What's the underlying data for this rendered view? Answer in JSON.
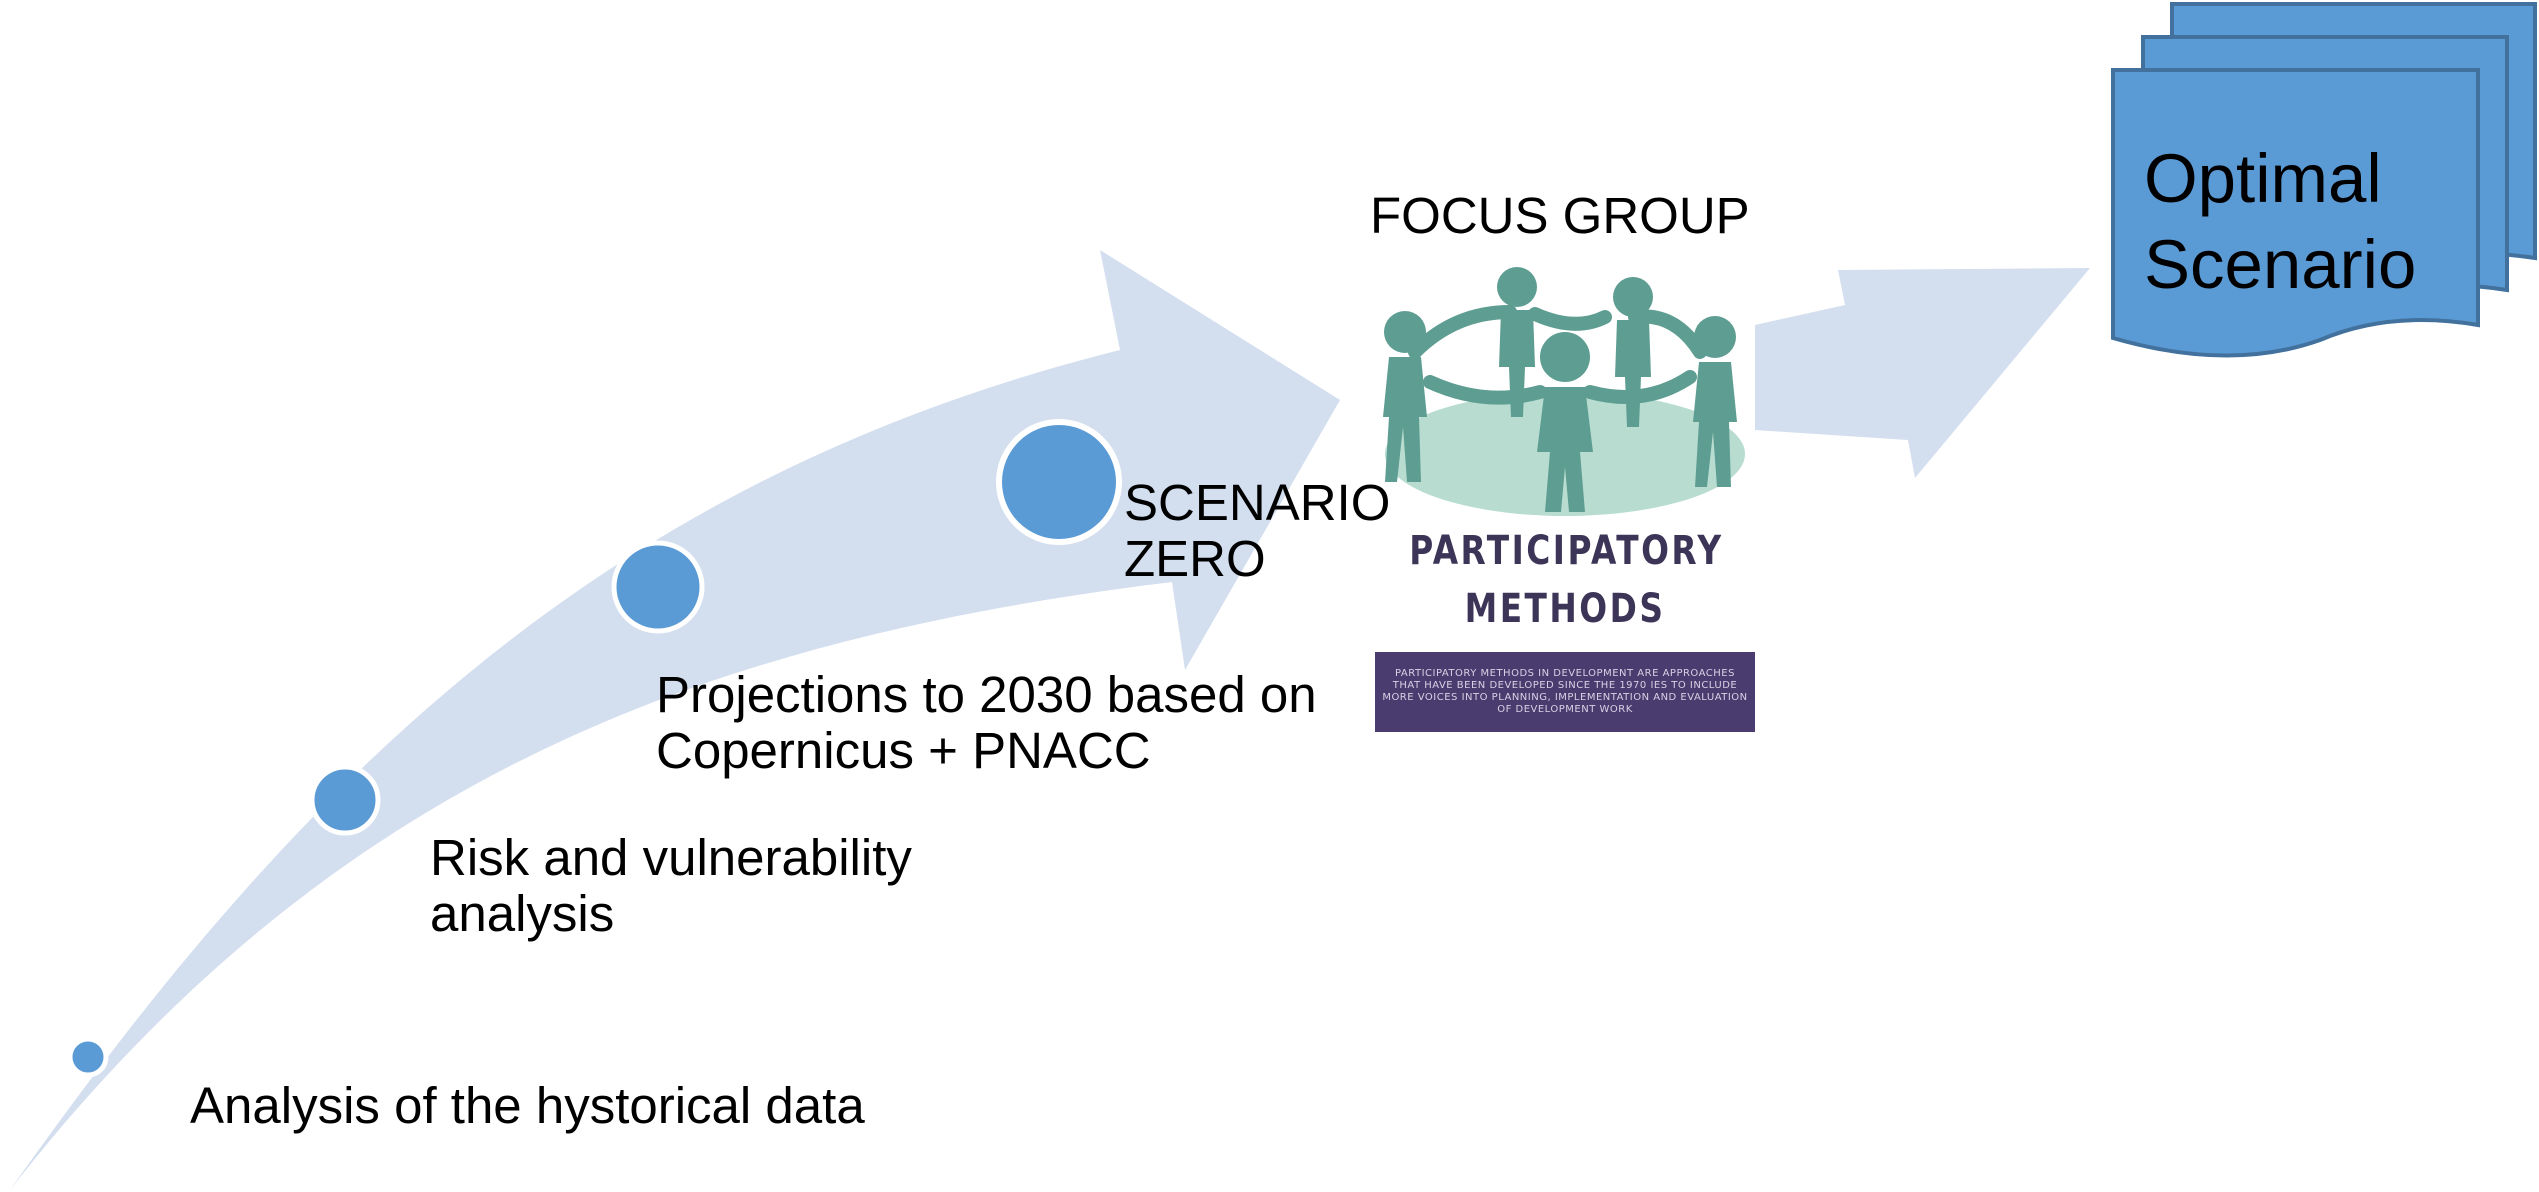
{
  "steps": [
    {
      "line1": "Analysis of the hystorical data",
      "line2": ""
    },
    {
      "line1": "Risk and vulnerability",
      "line2": "analysis"
    },
    {
      "line1": "Projections to 2030 based on",
      "line2": "Copernicus + PNACC"
    },
    {
      "line1": "SCENARIO",
      "line2": "ZERO"
    }
  ],
  "focus_group": {
    "title": "FOCUS GROUP",
    "card_heading": "PARTICIPATORY\nMETHODS",
    "card_description": "Participatory methods in development are approaches that have been developed since the 1970 ies to include more voices into planning, implementation and evaluation of development work"
  },
  "outcome": {
    "line1": "Optimal",
    "line2": "Scenario"
  },
  "colors": {
    "arrow_fill": "#d3deef",
    "node_fill": "#5b9bd5",
    "node_stroke": "#ffffff",
    "document_fill": "#5b9bd5",
    "document_stroke": "#41719c",
    "figure_fill": "#5e9d91",
    "ground_fill": "#b8ddd0",
    "card_band": "#4a3c6e",
    "card_heading": "#3d3557"
  }
}
